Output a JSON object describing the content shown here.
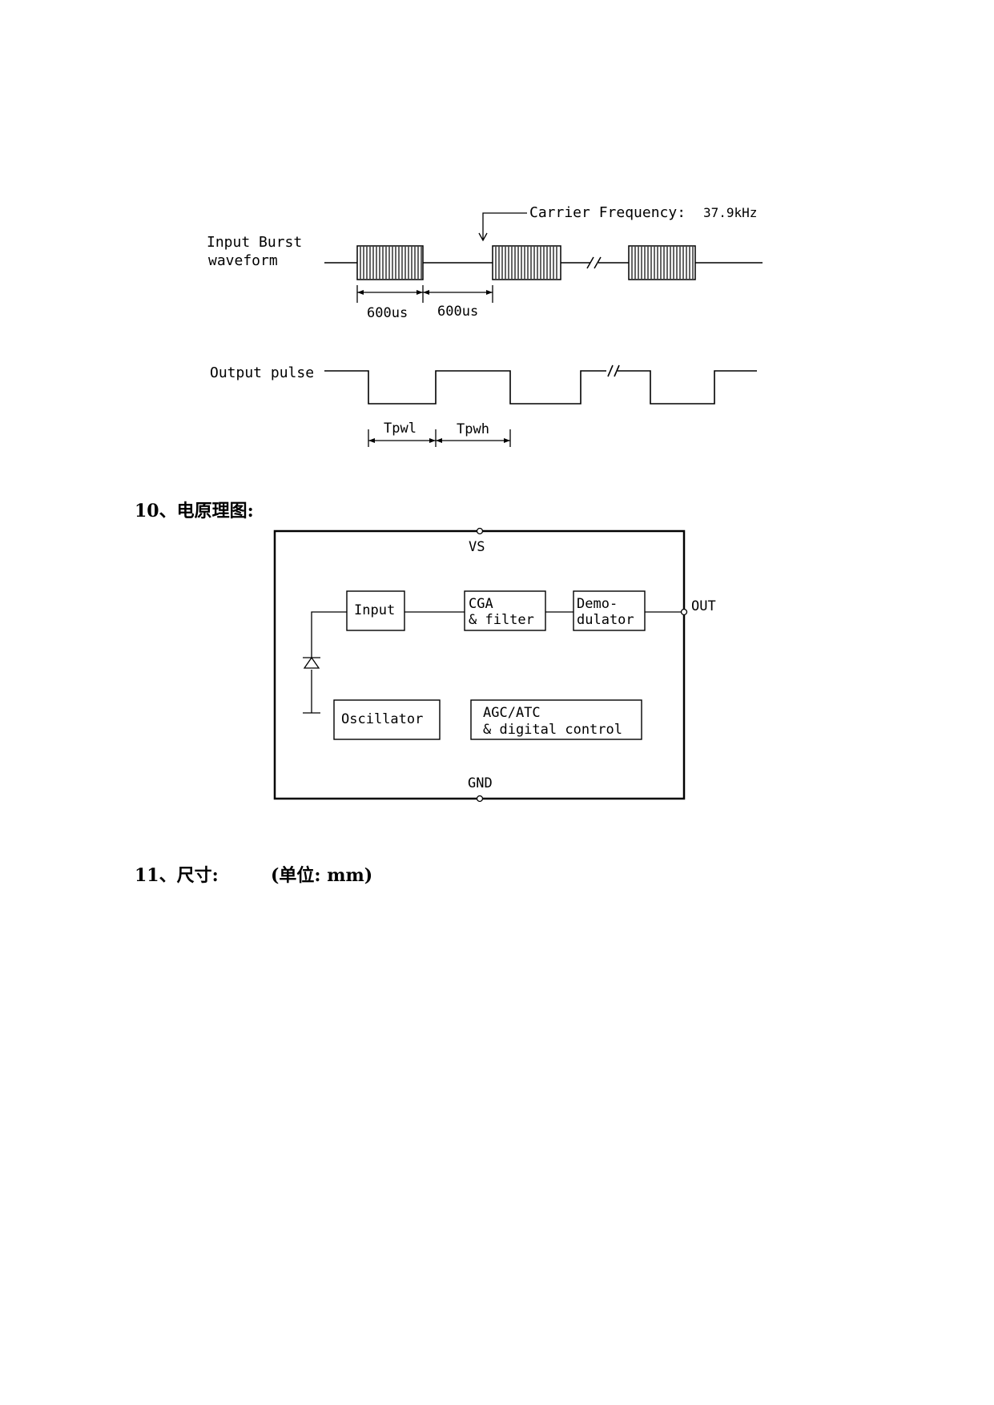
{
  "waveform": {
    "input_label_line1": "Input Burst",
    "input_label_line2": "waveform",
    "carrier_label": "Carrier Frequency:",
    "carrier_value": "37.9kHz",
    "burst_on_duration": "600us",
    "burst_off_duration": "600us",
    "output_label": "Output pulse",
    "tpwl_label": "Tpwl",
    "tpwh_label": "Tpwh"
  },
  "section10": {
    "heading": "10、电原理图:"
  },
  "schematic": {
    "vs_label": "VS",
    "gnd_label": "GND",
    "out_label": "OUT",
    "input_block": "Input",
    "cga_line1": "CGA",
    "cga_line2": "& filter",
    "demod_line1": "Demo-",
    "demod_line2": "dulator",
    "oscillator_block": "Oscillator",
    "agc_line1": "AGC/ATC",
    "agc_line2": "& digital control"
  },
  "section11": {
    "heading": "11、尺寸:",
    "unit_note": "(单位: mm)"
  }
}
